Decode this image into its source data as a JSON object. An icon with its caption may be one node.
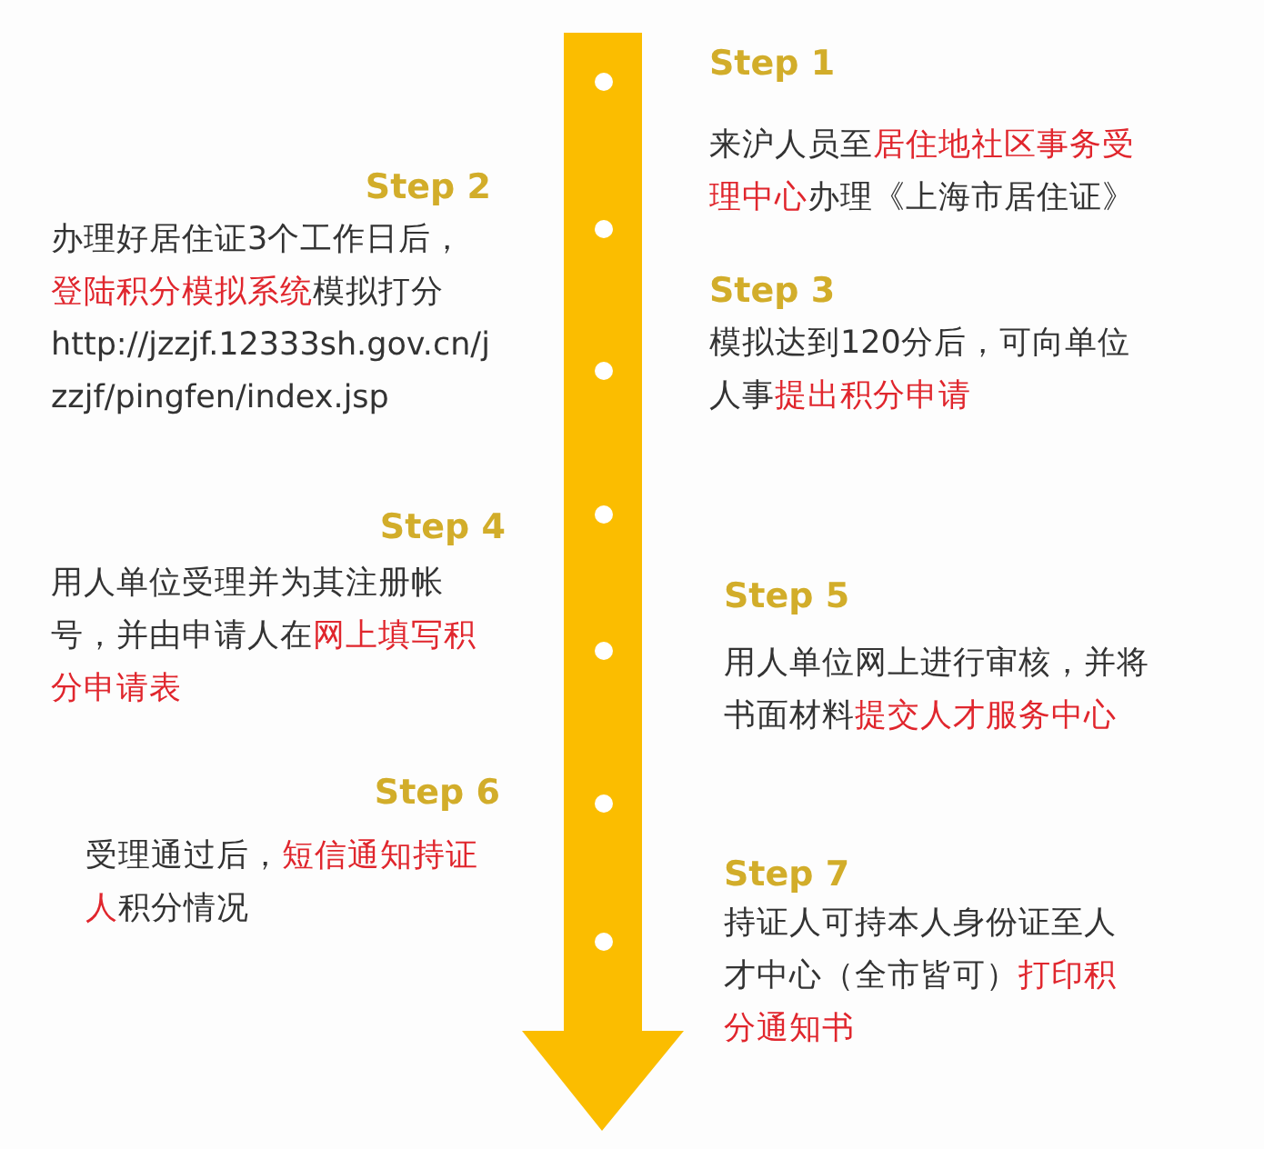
{
  "diagram": {
    "nodes": [
      {
        "text": [
          "Step 1",
          "来沪人员至**居住地社区事务受理中心**办理《上海市居住证》"
        ]
      },
      {
        "text": [
          "Step 2",
          "办理好居住证3个工作日后，**登陆积分模拟系统**模拟打分 http://jzzjf.12333sh.gov.cn/jzzjf/pingfen/index.jsp"
        ]
      },
      {
        "text": [
          "Step 3",
          "模拟达到120分后，可向单位人事**提出积分申请**"
        ]
      },
      {
        "text": [
          "Step 4",
          "用人单位受理并为其注册帐号，并由申请人在**网上填写积分申请表**"
        ]
      },
      {
        "text": [
          "Step 5",
          "用人单位网上进行审核，并将书面材料**提交人才服务中心**"
        ]
      },
      {
        "text": [
          "Step 6",
          "受理通过后，**短信通知持证人**积分情况"
        ]
      },
      {
        "text": [
          "Step 7",
          "持证人可持本人身份证至人才中心（全市皆可）**打印积分通知书**"
        ]
      },
      {
        "text": [],
        "shape": "arrow"
      }
    ]
  }
}
